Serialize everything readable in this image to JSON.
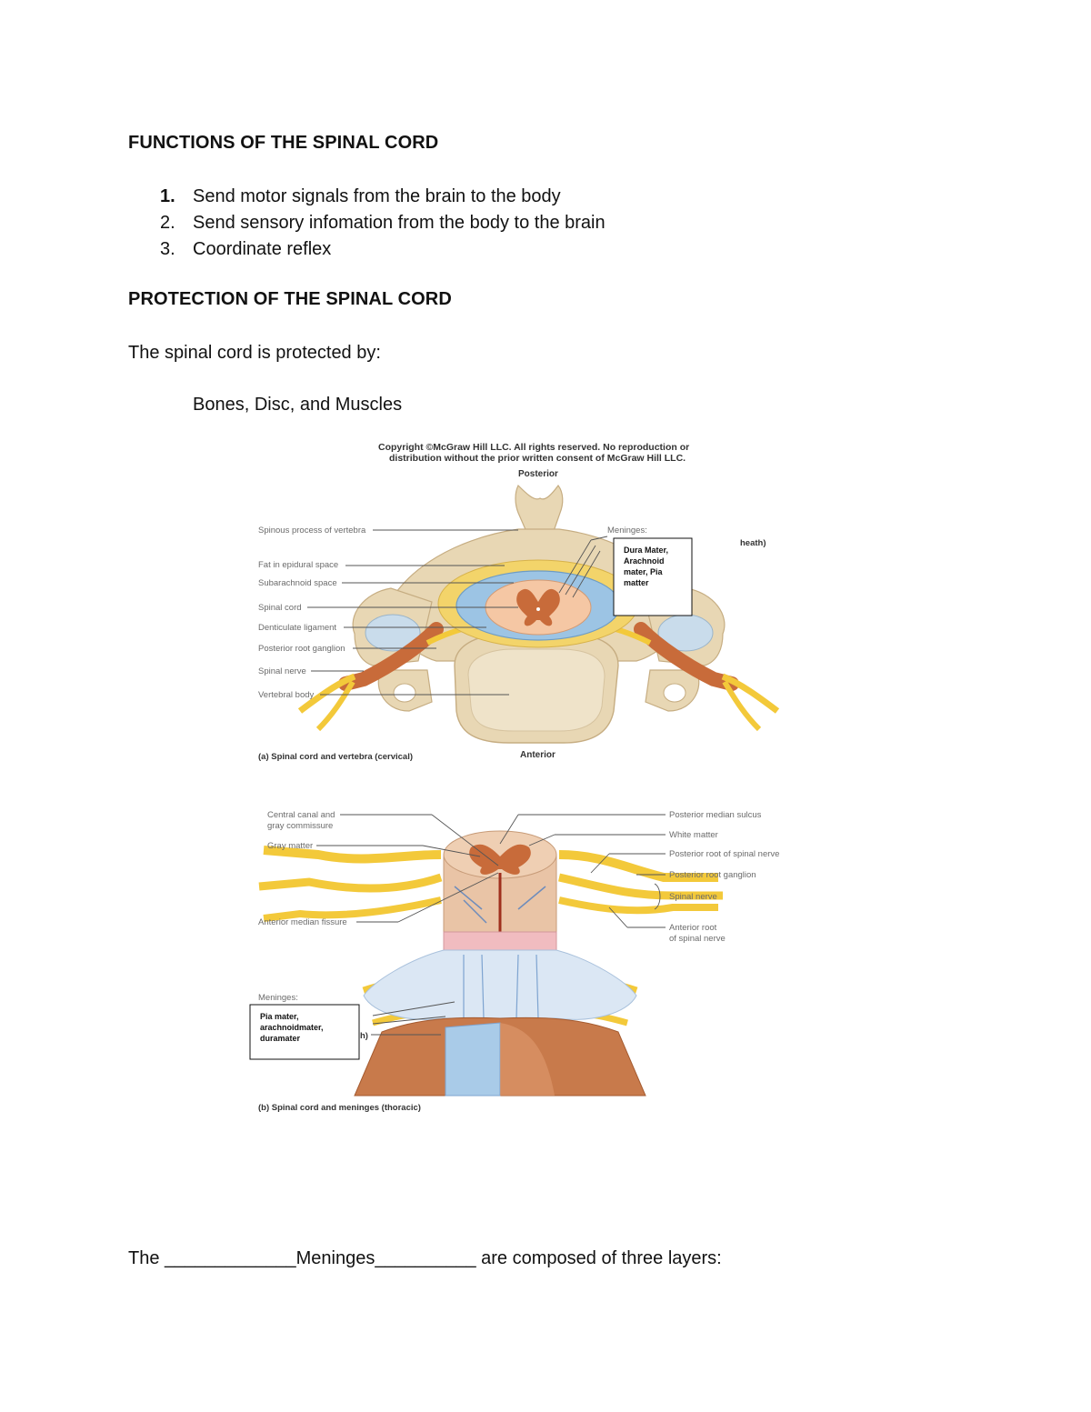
{
  "section1": {
    "heading": "FUNCTIONS OF THE SPINAL CORD",
    "items": [
      {
        "num": "1.",
        "text": "Send motor signals from the brain to the body"
      },
      {
        "num": "2.",
        "text": "Send sensory infomation from the body to the brain"
      },
      {
        "num": "3.",
        "text": "Coordinate reflex"
      }
    ]
  },
  "section2": {
    "heading": "PROTECTION OF THE SPINAL CORD",
    "intro": "The spinal cord is protected by:",
    "detail": "Bones, Disc, and Muscles"
  },
  "figure_a": {
    "copyright_line1": "Copyright ©McGraw Hill LLC. All rights reserved. No reproduction or",
    "copyright_line2": "distribution without the prior written consent of McGraw Hill LLC.",
    "posterior": "Posterior",
    "anterior": "Anterior",
    "caption": "(a) Spinal cord and vertebra (cervical)",
    "labels": {
      "spinous": "Spinous process of vertebra",
      "fat": "Fat in epidural space",
      "subarachnoid": "Subarachnoid space",
      "spinal_cord": "Spinal cord",
      "denticulate": "Denticulate ligament",
      "posterior_root_ganglion": "Posterior root ganglion",
      "spinal_nerve": "Spinal nerve",
      "vertebral_body": "Vertebral body",
      "meninges": "Meninges:",
      "sheath_fragment": "heath)"
    },
    "box_lines": [
      "Dura Mater,",
      "Arachnoid",
      "mater, Pia",
      "matter"
    ]
  },
  "figure_b": {
    "caption": "(b) Spinal cord and meninges (thoracic)",
    "labels": {
      "central_canal_1": "Central canal and",
      "central_canal_2": "gray commissure",
      "gray_matter": "Gray matter",
      "anterior_fissure": "Anterior median fissure",
      "meninges": "Meninges:",
      "fragment": "h)",
      "posterior_sulcus": "Posterior median sulcus",
      "white_matter": "White matter",
      "posterior_root": "Posterior root of spinal nerve",
      "posterior_ganglion": "Posterior root ganglion",
      "spinal_nerve": "Spinal nerve",
      "anterior_root_1": "Anterior root",
      "anterior_root_2": "of spinal nerve"
    },
    "box_lines": [
      "Pia mater,",
      "arachnoidmater,",
      "duramater"
    ]
  },
  "footer": {
    "prefix": "The",
    "blank1": "_____________",
    "answer": "Meninges",
    "blank2": "__________",
    "suffix": " are composed of three layers:"
  },
  "colors": {
    "bone": "#e8d7b4",
    "bone_edge": "#c6ad82",
    "nerve_yellow": "#f3c93a",
    "nerve_orange": "#c86b3a",
    "cord_pink": "#e8b89a",
    "csf_blue": "#9cc4e4",
    "disc_blue": "#c9dceb"
  }
}
